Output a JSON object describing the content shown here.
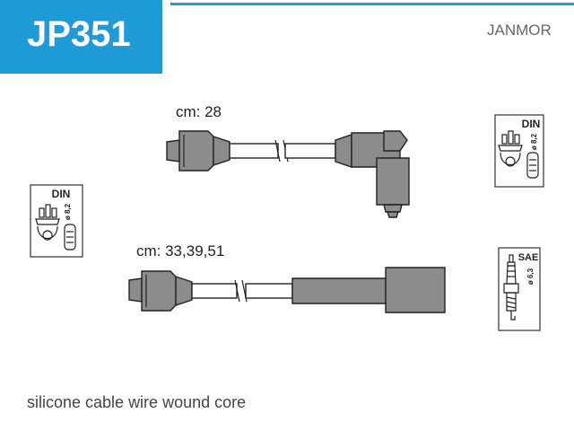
{
  "header": {
    "part_number": "JP351",
    "brand": "JANMOR",
    "accent_color": "#1e9ad6"
  },
  "cables": [
    {
      "label": "cm: 28"
    },
    {
      "label": "cm: 33,39,51"
    }
  ],
  "badges": {
    "distributor_left": {
      "standard": "DIN",
      "diameter": "ø 8,2",
      "icon": "distributor-cap-icon"
    },
    "distributor_right": {
      "standard": "DIN",
      "diameter": "ø 8,2",
      "icon": "distributor-cap-icon"
    },
    "spark_plug": {
      "standard": "SAE",
      "diameter": "ø 6,3",
      "icon": "spark-plug-icon"
    }
  },
  "footer": {
    "description": "silicone cable wire wound core"
  }
}
